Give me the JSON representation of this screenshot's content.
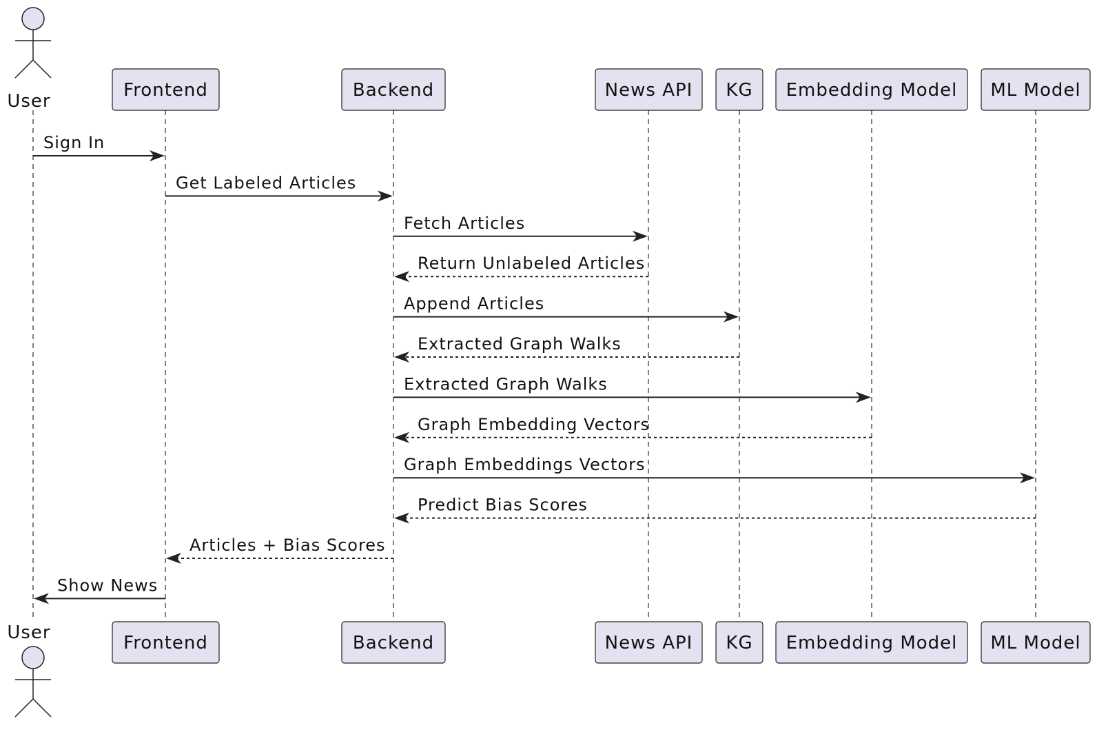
{
  "participants": [
    {
      "id": "user",
      "label": "User",
      "kind": "actor"
    },
    {
      "id": "frontend",
      "label": "Frontend",
      "kind": "box"
    },
    {
      "id": "backend",
      "label": "Backend",
      "kind": "box"
    },
    {
      "id": "newsapi",
      "label": "News API",
      "kind": "box"
    },
    {
      "id": "kg",
      "label": "KG",
      "kind": "box"
    },
    {
      "id": "embedding",
      "label": "Embedding Model",
      "kind": "box"
    },
    {
      "id": "ml",
      "label": "ML Model",
      "kind": "box"
    }
  ],
  "messages": [
    {
      "from": "user",
      "to": "frontend",
      "label": "Sign In",
      "style": "sync"
    },
    {
      "from": "frontend",
      "to": "backend",
      "label": "Get Labeled Articles",
      "style": "sync"
    },
    {
      "from": "backend",
      "to": "newsapi",
      "label": "Fetch Articles",
      "style": "sync"
    },
    {
      "from": "newsapi",
      "to": "backend",
      "label": "Return Unlabeled Articles",
      "style": "reply"
    },
    {
      "from": "backend",
      "to": "kg",
      "label": "Append Articles",
      "style": "sync"
    },
    {
      "from": "kg",
      "to": "backend",
      "label": "Extracted Graph Walks",
      "style": "reply"
    },
    {
      "from": "backend",
      "to": "embedding",
      "label": "Extracted Graph Walks",
      "style": "sync"
    },
    {
      "from": "embedding",
      "to": "backend",
      "label": "Graph Embedding Vectors",
      "style": "reply"
    },
    {
      "from": "backend",
      "to": "ml",
      "label": "Graph Embeddings Vectors",
      "style": "sync"
    },
    {
      "from": "ml",
      "to": "backend",
      "label": "Predict Bias Scores",
      "style": "reply"
    },
    {
      "from": "backend",
      "to": "frontend",
      "label": "Articles + Bias Scores",
      "style": "reply"
    },
    {
      "from": "frontend",
      "to": "user",
      "label": "Show News",
      "style": "sync"
    }
  ]
}
